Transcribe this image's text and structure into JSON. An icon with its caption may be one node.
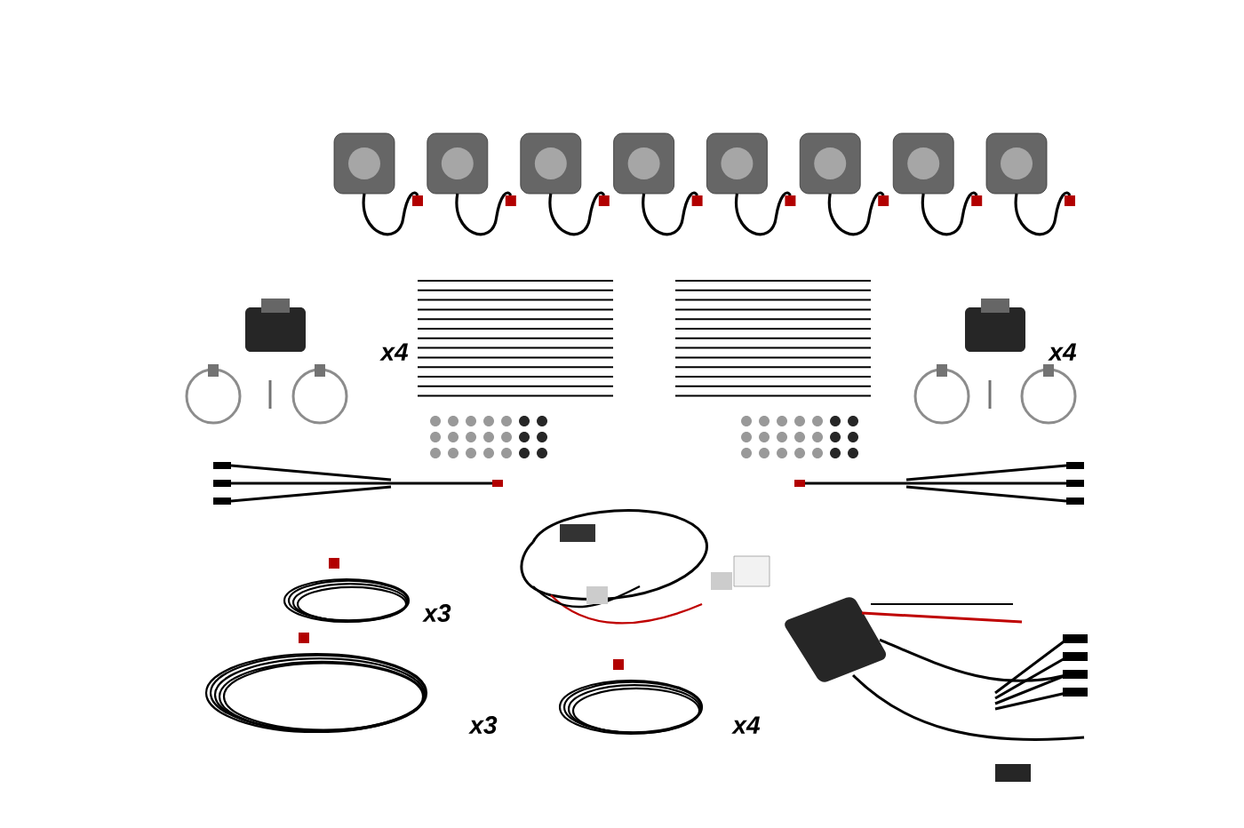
{
  "diagram": {
    "labels": [
      "x4",
      "x4",
      "x3",
      "x3",
      "x4"
    ]
  }
}
